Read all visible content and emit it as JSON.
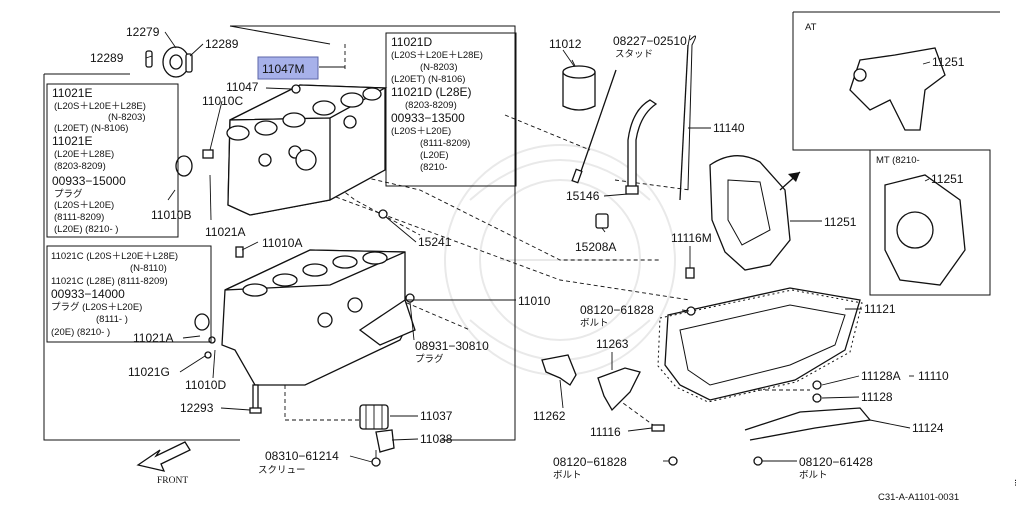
{
  "diagram": {
    "highlighted_part": "11047M",
    "watermark": "",
    "front_label": "FRONT",
    "figure_code": "C31-A-A1101-0031",
    "panel_at_label": "AT",
    "panel_mt_label": "MT (8210-"
  },
  "labels": {
    "p12279": "12279",
    "p12289a": "12289",
    "p12289b": "12289",
    "p11047": "11047",
    "p11010C": "11010C",
    "p11010B": "11010B",
    "p11021A_top": "11021A",
    "p11010A": "11010A",
    "p15241": "15241",
    "p11012": "11012",
    "p08227": "08227−02510",
    "p08227_sub": "スタッド",
    "p11140": "11140",
    "p15146": "15146",
    "p15208A": "15208A",
    "p11116M": "11116M",
    "p11251_at": "11251",
    "p11251_mid": "11251",
    "p11251_mt": "11251",
    "p11121": "11121",
    "p08120a": "08120−61828",
    "p08120a_sub": "ボルト",
    "p11010": "11010",
    "p08931": "08931−30810",
    "p08931_sub": "プラグ",
    "p11263": "11263",
    "p11262": "11262",
    "p11128A": "11128A",
    "p11110": "11110",
    "p11128": "11128",
    "p11021A_low": "11021A",
    "p11021G": "11021G",
    "p11010D": "11010D",
    "p12293": "12293",
    "p11037": "11037",
    "p11038": "11038",
    "p08310": "08310−61214",
    "p08310_sub": "スクリュー",
    "p11116": "11116",
    "p11124": "11124",
    "p08120b": "08120−61828",
    "p08120b_sub": "ボルト",
    "p08120c": "08120−61428",
    "p08120c_sub": "ボルト"
  },
  "notes": {
    "box_e": [
      "11021E",
      "(L20S＋L20E＋L28E)",
      "(N-8203)",
      "(L20ET) (N-8106)",
      "11021E",
      "(L20E＋L28E)",
      "(8203-8209)",
      "00933−15000",
      "プラグ",
      "(L20S＋L20E)",
      "(8111-8209)",
      "(L20E) (8210-   )"
    ],
    "box_d": [
      "11021D",
      "(L20S＋L20E＋L28E)",
      "(N-8203)",
      "(L20ET) (N-8106)",
      "11021D  (L28E)",
      "(8203-8209)",
      "00933−13500",
      "(L20S＋L20E)",
      "(8111-8209)",
      "(L20E)",
      "(8210-"
    ],
    "box_c": [
      "11021C (L20S＋L20E＋L28E)",
      "(N-8110)",
      "11021C  (L28E) (8111-8209)",
      "00933−14000",
      "プラグ   (L20S＋L20E)",
      "(8111-      )",
      "(20E) (8210-   )"
    ]
  },
  "colors": {
    "highlight": "#a7b1ea",
    "ink": "#111111"
  }
}
